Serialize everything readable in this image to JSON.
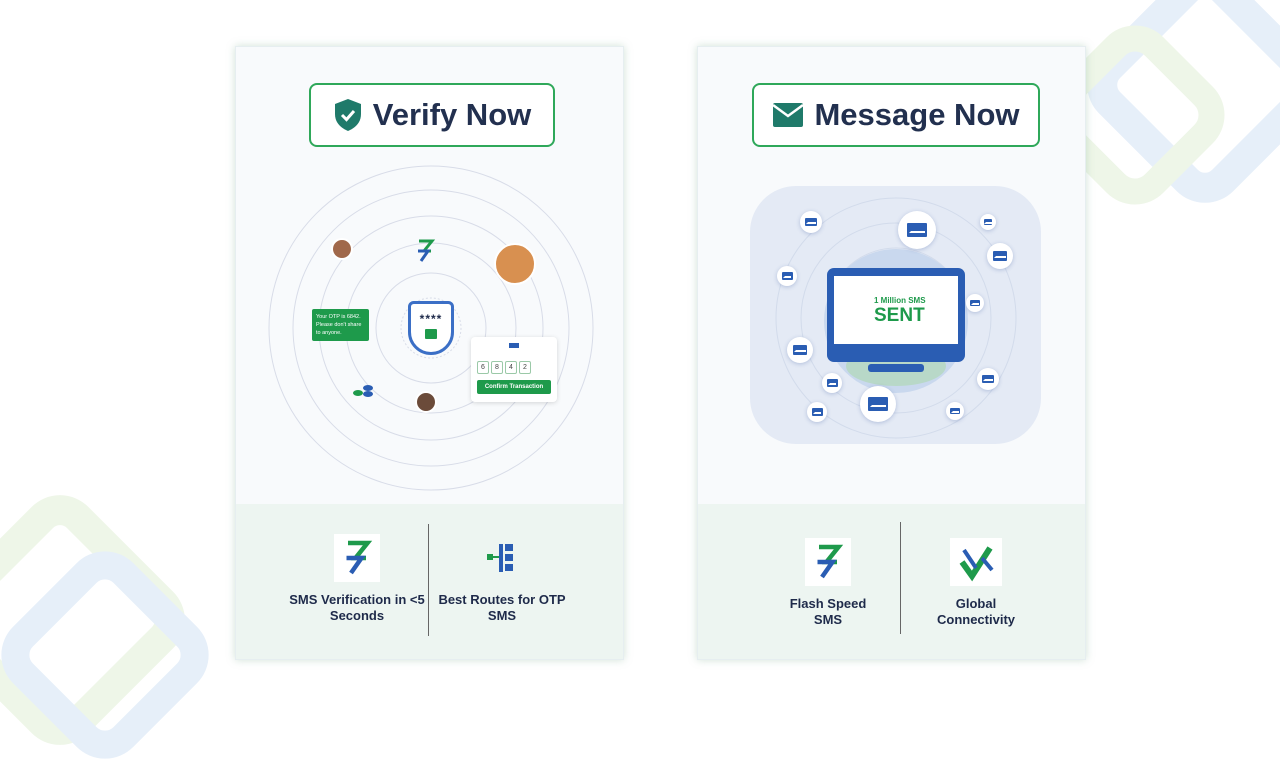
{
  "verify_card": {
    "title": "Verify Now",
    "otp_message": "Your OTP is 6842. Please don't share to anyone.",
    "pin_mask": "****",
    "otp_digits": [
      "6",
      "8",
      "4",
      "2"
    ],
    "confirm_button": "Confirm Transaction",
    "features": [
      {
        "icon": "lightning-bolt-icon",
        "label": "SMS Verification in <5 Seconds"
      },
      {
        "icon": "routes-tree-icon",
        "label": "Best Routes for OTP SMS"
      }
    ]
  },
  "message_card": {
    "title": "Message Now",
    "screen_subtitle": "1 Million SMS",
    "screen_title": "SENT",
    "features": [
      {
        "icon": "lightning-bolt-icon",
        "label": "Flash Speed SMS"
      },
      {
        "icon": "global-connectivity-icon",
        "label": "Global Connectivity"
      }
    ]
  },
  "colors": {
    "green": "#1e9a4b",
    "blue": "#2a5db3",
    "navy": "#22304f"
  }
}
